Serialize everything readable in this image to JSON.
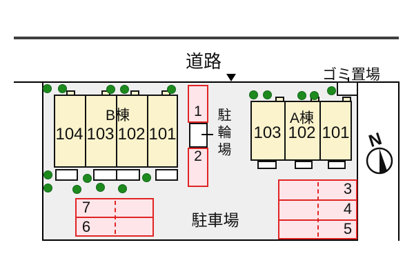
{
  "road": {
    "label": "道路"
  },
  "garbage": {
    "label": "ゴミ置場"
  },
  "buildings": {
    "b": {
      "name": "B棟",
      "units": [
        "104",
        "103",
        "102",
        "101"
      ]
    },
    "a": {
      "name": "A棟",
      "units": [
        "103",
        "102",
        "101"
      ]
    }
  },
  "bicycle": {
    "label": "駐輪場",
    "space1": "1",
    "space2": "2"
  },
  "parking": {
    "label": "駐車場",
    "left_spaces": [
      "7",
      "6"
    ],
    "right_spaces": [
      "3",
      "4",
      "5"
    ]
  },
  "compass": {
    "north": "N"
  },
  "colors": {
    "site_bg": "#efefef",
    "building_fill": "#faf3cc",
    "stall_fill": "#fde5e9",
    "stall_border": "#e02424",
    "tree_green": "#1e8a1e",
    "road_line": "#3f3f3f"
  }
}
